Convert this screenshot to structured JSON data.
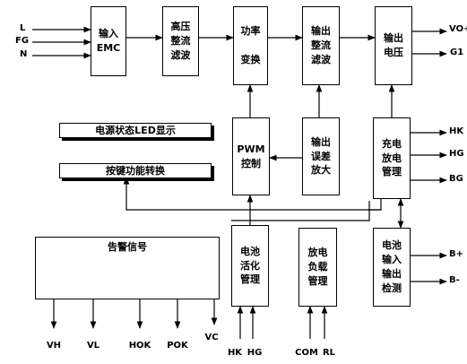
{
  "blocks": {
    "input_emc": "输入\nEMC",
    "hv_rectify": "高压\n整流\n滤波",
    "power_conv": "功率\n\n变换",
    "out_rectify": "输出\n整流\n滤波",
    "out_voltage": "输出\n电压",
    "led_display": "电源状态LED显示",
    "key_switch": "按键功能转换",
    "pwm": "PWM\n控制",
    "err_amp": "输出\n误差\n放大",
    "charge_mgmt": "充电\n放电\n管理",
    "alarm": "告警信号",
    "battery_activate": "电池\n活化\n管理",
    "discharge_load": "放电\n负载\n管理",
    "battery_detect": "电池\n输入\n输出\n检测"
  },
  "signals": {
    "in_L": "L",
    "in_FG": "FG",
    "in_N": "N",
    "out_VO": "VO+",
    "out_G1": "G1",
    "out_HK": "HK",
    "out_HG": "HG",
    "out_BG": "BG",
    "out_Bplus": "B+",
    "out_Bminus": "B-",
    "alarm_VH": "VH",
    "alarm_VL": "VL",
    "alarm_HOK": "HOK",
    "alarm_POK": "POK",
    "alarm_VC": "VC",
    "bat_HK": "HK",
    "bat_HG": "HG",
    "load_COM": "COM",
    "load_RL": "RL"
  }
}
